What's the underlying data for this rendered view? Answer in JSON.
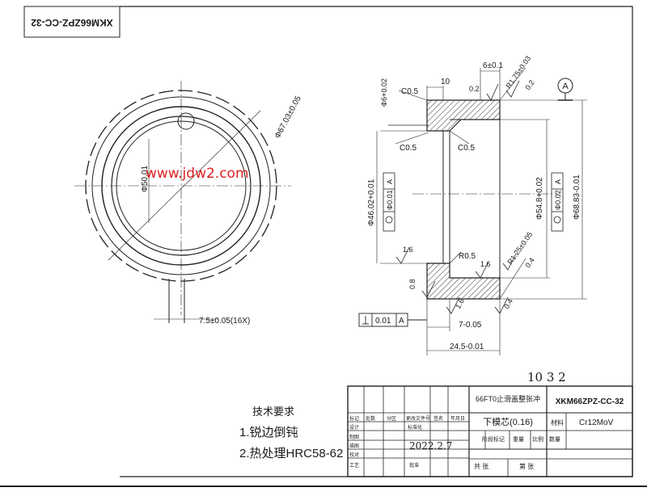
{
  "drawing_number_stamp": "XKM66ZPZ-CC-32",
  "watermark": "www.jdw2.com",
  "handwritten_number": "10 3 2",
  "handwritten_date": "2022.2.7",
  "datum_label": "A",
  "left_view": {
    "outer_diameter": "Φ67.03±0.05",
    "inner_dim": "Φ50.01",
    "slot_dim": "7.5±0.05(16X)"
  },
  "section_view": {
    "chamfer_top_left": "C0.5",
    "width_top": "10",
    "rough_top": "0.2",
    "top_step": "6±0.1",
    "radius_top": "R1.75±0.03",
    "radius_top_tol": "0.2",
    "hole_dim": "Φ6+0.02",
    "chamfer_mid_left": "C0.5",
    "chamfer_mid_right": "C0.5",
    "bore_dim": "Φ46.02+0.01",
    "bore_tol": "Φ0.01",
    "bore_tol_ref": "A",
    "inner_dim": "Φ54.8+0.02",
    "inner_tol": "Φ0.02",
    "inner_tol_ref": "A",
    "outer_dim": "Φ68.83-0.01",
    "rough_left": "1.6",
    "radius_bottom_left": "R0.5",
    "rough_mid": "1.6",
    "radius_bottom_right": "R1.25±0.05",
    "radius_bottom_tol": "0.4",
    "bottom_small": "0.8",
    "rough_bottom_left": "1.6",
    "rough_bottom_right": "0.4",
    "perp_tol_value": "0.01",
    "perp_tol_ref": "A",
    "depth_dim": "7-0.05",
    "height_dim": "24.5-0.01"
  },
  "requirements": {
    "title": "技术要求",
    "item1": "1.锐边倒钝",
    "item2": "2.热处理HRC58-62"
  },
  "title_block": {
    "project": "66FT0止滑盖整张冲",
    "drawing_no": "XKM66ZPZ-CC-32",
    "part_name": "下模芯(0.16)",
    "material_label": "材料",
    "material": "Cr12MoV",
    "row_labels": [
      "标记",
      "设计",
      "制图",
      "描图",
      "校对",
      "工艺"
    ],
    "header_cells": [
      "处数",
      "分区",
      "更改文件号",
      "签名",
      "年月日"
    ],
    "standard_label": "标准化",
    "approve_label": "批准",
    "stage_label": "阶段标记",
    "weight_label": "重量",
    "scale_label": "比例",
    "qty_label": "数量",
    "sheets_total_label": "共  张",
    "sheet_label": "第  张"
  }
}
